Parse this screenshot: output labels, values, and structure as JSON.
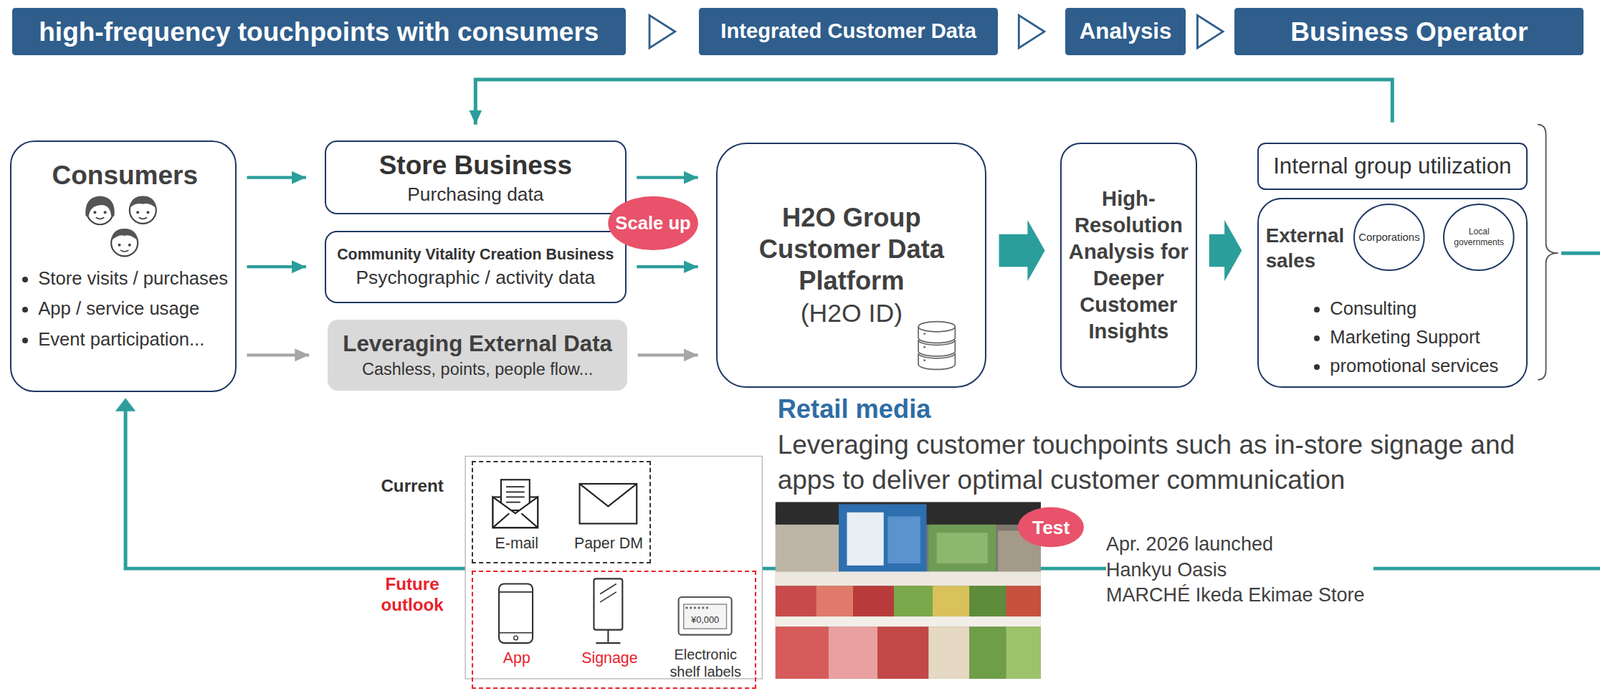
{
  "diagram": {
    "nodes": [
      {
        "text": [
          "high-frequency touchpoints with consumers"
        ]
      },
      {
        "text": [
          "Integrated Customer Data"
        ]
      },
      {
        "text": [
          "Analysis"
        ]
      },
      {
        "text": [
          "Business Operator"
        ]
      },
      {
        "text": [
          "Consumers",
          "Store visits / purchases",
          "App / service usage",
          "Event participation..."
        ]
      },
      {
        "text": [
          "Store Business",
          "Purchasing data"
        ]
      },
      {
        "text": [
          "Community Vitality Creation Business",
          "Psychographic / activity data"
        ]
      },
      {
        "text": [
          "Leveraging External Data",
          "Cashless, points, people flow..."
        ]
      },
      {
        "text": [
          "Scale up"
        ]
      },
      {
        "text": [
          "H2O Group Customer Data Platform",
          "(H2O ID)"
        ]
      },
      {
        "text": [
          "High-Resolution Analysis for Deeper Customer Insights"
        ]
      },
      {
        "text": [
          "Internal group utilization"
        ]
      },
      {
        "text": [
          "External sales",
          "Consulting",
          "Marketing Support",
          "promotional services"
        ]
      },
      {
        "text": [
          "Corporations"
        ],
        "in": 12
      },
      {
        "text": [
          "Local governments"
        ],
        "in": 12
      },
      {
        "text": [
          "E-mail",
          "Paper DM"
        ]
      },
      {
        "text": [
          "App",
          "Signage",
          "Electronic shelf labels"
        ]
      },
      {
        "text": [
          "Test"
        ]
      }
    ],
    "edges": [
      {
        "from": 0,
        "to": 1,
        "arrow": "to"
      },
      {
        "from": 1,
        "to": 2,
        "arrow": "to"
      },
      {
        "from": 2,
        "to": 3,
        "arrow": "to"
      },
      {
        "from": 4,
        "to": 5,
        "arrow": "to"
      },
      {
        "from": 4,
        "to": 6,
        "arrow": "to"
      },
      {
        "from": 4,
        "to": 7,
        "arrow": "to"
      },
      {
        "from": 5,
        "to": 9,
        "arrow": "to"
      },
      {
        "from": 6,
        "to": 9,
        "arrow": "to"
      },
      {
        "from": 7,
        "to": 9,
        "arrow": "to"
      },
      {
        "from": 9,
        "to": 10,
        "arrow": "to"
      },
      {
        "from": 10,
        "to": 12,
        "arrow": "to"
      },
      {
        "from": 11,
        "to": 5,
        "arrow": "to"
      }
    ],
    "labels": [
      "Retail media",
      "Leveraging customer touchpoints such as in-store signage and apps to deliver optimal customer communication",
      "Current",
      "Future outlook",
      "¥0,000",
      "Apr. 2026 launched",
      "Hankyu Oasis",
      "MARCHÉ Ikeda Ekimae Store"
    ]
  }
}
